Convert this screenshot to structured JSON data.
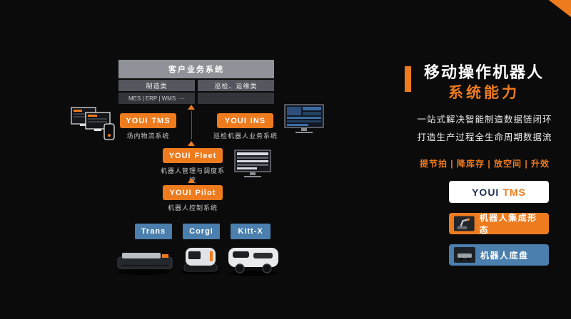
{
  "theme": {
    "accent": "#ee7b1e",
    "blue": "#4a7fae",
    "background": "#0b0b0c"
  },
  "diagram": {
    "customer_system": {
      "title": "客户业务系统",
      "manufacturing": {
        "title": "制造类",
        "items": "MES | ERP | WMS ····"
      },
      "inspection": {
        "title": "巡检、运维类",
        "items": ""
      }
    },
    "tms": {
      "brand": "YOUI",
      "product": "TMS",
      "subtitle": "场内物流系统"
    },
    "ins": {
      "brand": "YOUI",
      "product": "INS",
      "subtitle": "巡检机器人业务系统"
    },
    "fleet": {
      "brand": "YOUI",
      "product": "Fleet",
      "subtitle": "机器人管理与调度系统"
    },
    "pilot": {
      "brand": "YOUI",
      "product": "Pilot",
      "subtitle": "机器人控制系统"
    },
    "robot_models": [
      "Trans",
      "Corgi",
      "Kitt-X"
    ]
  },
  "panel": {
    "title_line1": "移动操作机器人",
    "title_line2": "系统能力",
    "desc_line1": "一站式解决智能制造数据链闭环",
    "desc_line2": "打造生产过程全生命周期数据流",
    "benefits": "提节拍 | 降库存 | 放空间 | 升效",
    "card_tms": {
      "brand": "YOUI",
      "product": "TMS"
    },
    "card_integration": "机器人集成形态",
    "card_chassis": "机器人底盘"
  }
}
